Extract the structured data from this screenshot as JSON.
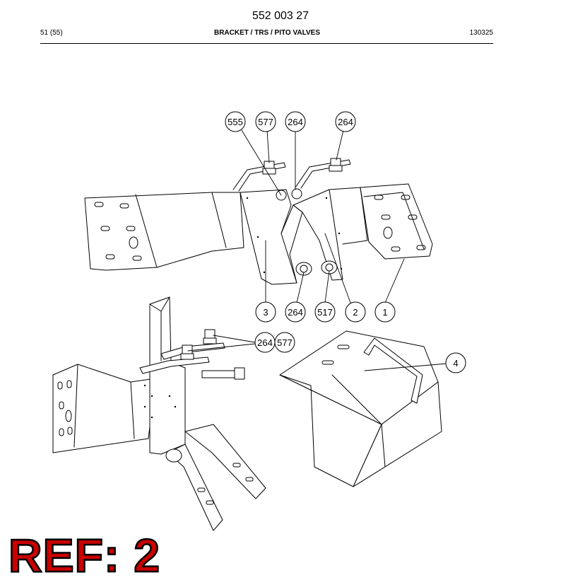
{
  "header": {
    "document_number": "552 003 27",
    "page": "51 (55)",
    "title": "BRACKET / TRS / PITO VALVES",
    "code": "130325"
  },
  "callouts": [
    {
      "label": "555"
    },
    {
      "label": "577"
    },
    {
      "label": "264"
    },
    {
      "label": "264"
    },
    {
      "label": "3"
    },
    {
      "label": "264"
    },
    {
      "label": "517"
    },
    {
      "label": "2"
    },
    {
      "label": "1"
    },
    {
      "label": "264"
    },
    {
      "label": "577"
    },
    {
      "label": "4"
    }
  ],
  "reference": "REF: 2",
  "colors": {
    "line": "#000000",
    "reference_fill": "#c90000",
    "reference_outline": "#000000"
  }
}
